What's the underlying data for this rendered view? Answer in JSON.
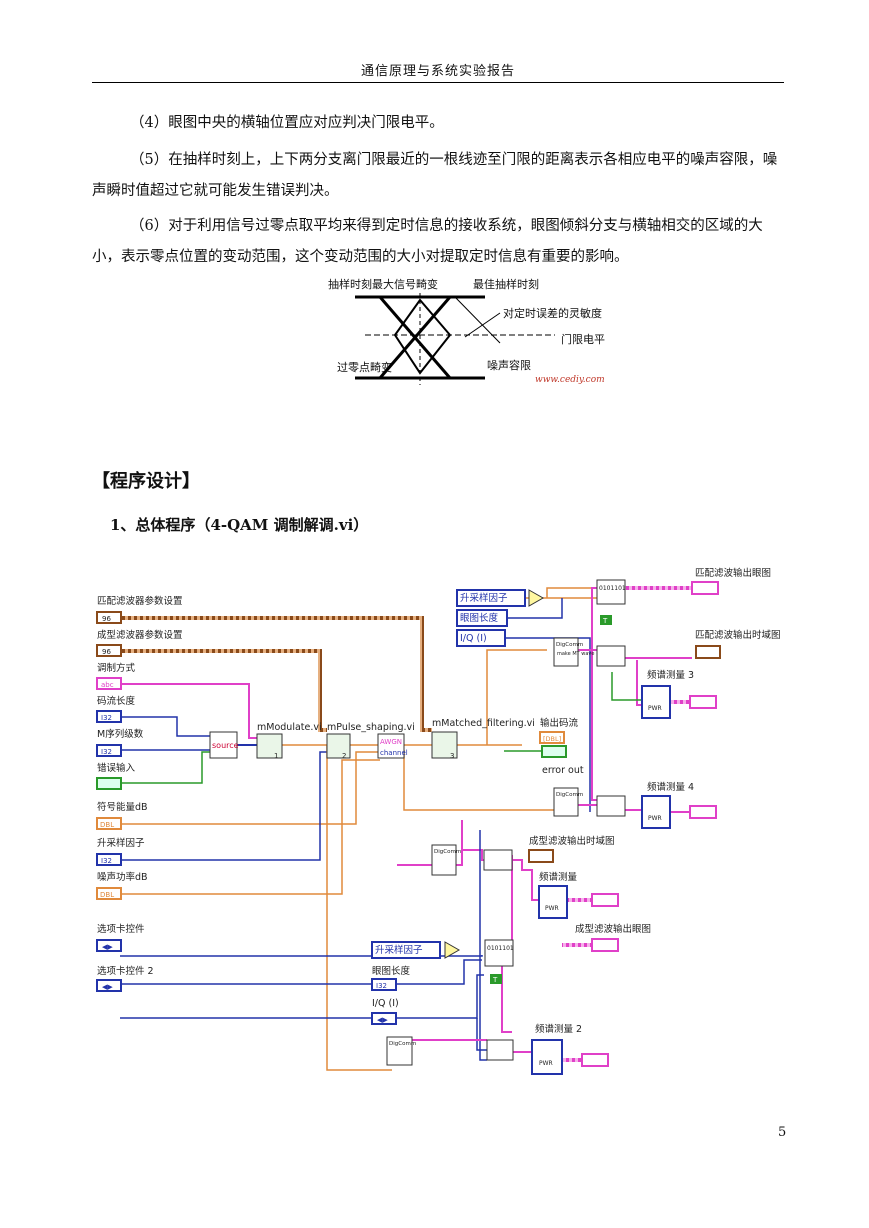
{
  "header": {
    "title": "通信原理与系统实验报告"
  },
  "paragraphs": {
    "p4": "（4）眼图中央的横轴位置应对应判决门限电平。",
    "p5": "（5）在抽样时刻上，上下两分支离门限最近的一根线迹至门限的距离表示各相应电平的噪声容限，噪声瞬时值超过它就可能发生错误判决。",
    "p6": "（6）对于利用信号过零点取平均来得到定时信息的接收系统，眼图倾斜分支与横轴相交的区域的大小，表示零点位置的变动范围，这个变动范围的大小对提取定时信息有重要的影响。"
  },
  "eye_figure": {
    "label_sampling_distortion": "抽样时刻最大信号畸变",
    "label_best_sampling": "最佳抽样时刻",
    "label_timing_sensitivity": "对定时误差的灵敏度",
    "label_threshold": "门限电平",
    "label_zero_crossing": "过零点畸变",
    "label_noise_margin": "噪声容限",
    "watermark": "www.cediy.com"
  },
  "section": {
    "title": "【程序设计】"
  },
  "subsection": {
    "title": "1、总体程序（4-QAM 调制解调.vi）"
  },
  "diagram": {
    "controls": {
      "matched_filter_params": "匹配滤波器参数设置",
      "shaping_filter_params": "成型滤波器参数设置",
      "mod_type": "调制方式",
      "stream_length": "码流长度",
      "m_seq_order": "M序列级数",
      "error_input": "错误输入",
      "symbol_energy": "符号能量dB",
      "upsample_factor": "升采样因子",
      "noise_power": "噪声功率dB",
      "tab_control": "选项卡控件",
      "tab_control2": "选项卡控件 2",
      "upsample_factor_ref2": "升采样因子",
      "eye_length2": "眼图长度",
      "iq2": "I/Q (I)"
    },
    "refs": {
      "upsample": "升采样因子",
      "eye_length": "眼图长度",
      "iq": "I/Q (I)"
    },
    "vis": {
      "source": "source",
      "modulate": "mModulate.vi",
      "pulse": "mPulse_shaping.vi",
      "awgn": "AWGN",
      "channel": "channel",
      "matched": "mMatched_filtering.vi"
    },
    "outputs": {
      "matched_eye": "匹配滤波输出眼图",
      "matched_time": "匹配滤波输出时域图",
      "spectrum3": "频谱测量 3",
      "out_stream": "输出码流",
      "error_out": "error out",
      "spectrum4": "频谱测量 4",
      "shaped_time": "成型滤波输出时域图",
      "spectrum": "频谱测量",
      "shaped_eye": "成型滤波输出眼图",
      "spectrum2": "频谱测量 2"
    },
    "terminal_types": {
      "cluster": "96",
      "string": "abc",
      "i32": "I32",
      "dbl": "DBL",
      "tab": "◀▶",
      "bool": "T",
      "array_dbl": "[DBL]"
    },
    "node_labels": {
      "mt": "make MT wave",
      "digcomm": "DigComm",
      "pwr": "PWR"
    }
  },
  "page_number": "5",
  "colors": {
    "orange_wire": "#e08a3c",
    "blue_wire": "#2233aa",
    "pink_wire": "#e040c8",
    "brown_wire": "#8a4a1a",
    "green_wire": "#2a9a2a"
  }
}
